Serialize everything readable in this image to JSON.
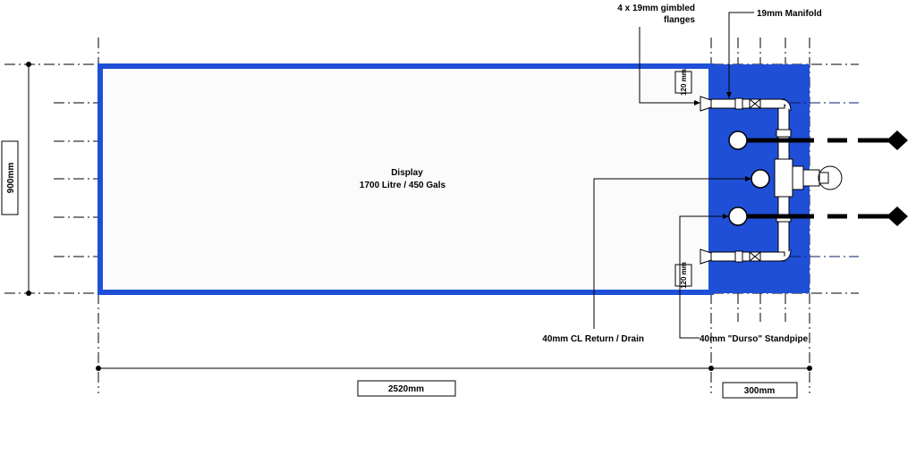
{
  "display": {
    "title": "Display",
    "volume": "1700 Litre / 450 Gals"
  },
  "labels": {
    "flanges_line1": "4 x 19mm gimbled",
    "flanges_line2": "flanges",
    "manifold": "19mm Manifold",
    "return_drain": "40mm CL Return / Drain",
    "durso": "40mm \"Durso\" Standpipe"
  },
  "dimensions": {
    "height": "900mm",
    "length": "2520mm",
    "sump_width": "300mm",
    "clearance_top": "120 mm",
    "clearance_bottom": "120 mm"
  },
  "colors": {
    "tank_border": "#1f4fd6",
    "sump_fill": "#1f4fd6",
    "tank_fill": "#fbfbfb",
    "ink": "#000000"
  }
}
